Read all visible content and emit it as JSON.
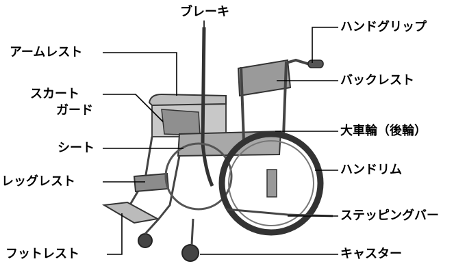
{
  "labels": {
    "brake": "ブレーキ",
    "hand_grip": "ハンドグリップ",
    "armrest": "アームレスト",
    "backrest": "バックレスト",
    "skirt_guard_line1": "スカート",
    "skirt_guard_line2": "ガード",
    "big_wheel": "大車輪（後輪）",
    "seat": "シート",
    "hand_rim": "ハンドリム",
    "leg_rest": "レッグレスト",
    "stepping_bar": "ステッピングバー",
    "foot_rest": "フットレスト",
    "caster": "キャスター"
  },
  "colors": {
    "frame": "#555555",
    "upholstery": "#9a9a9a",
    "tire": "#3a3a3a",
    "leader": "#000000"
  },
  "icons": {
    "illustration": "wheelchair-illustration"
  }
}
